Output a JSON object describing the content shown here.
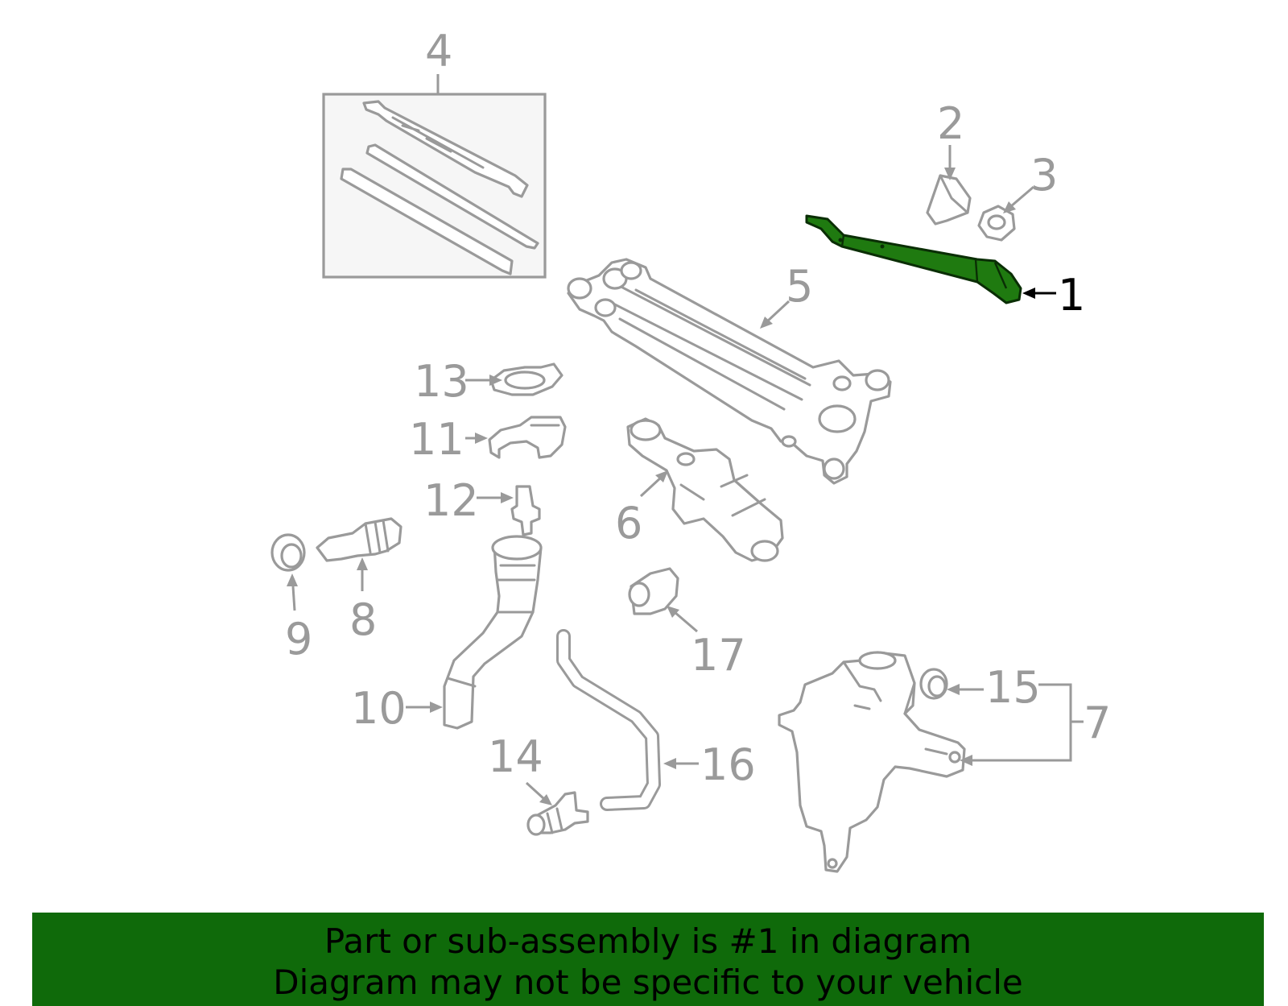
{
  "colors": {
    "highlight_part": "#1f7a10",
    "banner_background": "#0f6a0a",
    "part_stroke": "#9a9a9a",
    "highlight_callout": "#000000"
  },
  "callouts": {
    "c1": "1",
    "c2": "2",
    "c3": "3",
    "c4": "4",
    "c5": "5",
    "c6": "6",
    "c7": "7",
    "c8": "8",
    "c9": "9",
    "c10": "10",
    "c11": "11",
    "c12": "12",
    "c13": "13",
    "c14": "14",
    "c15": "15",
    "c16": "16",
    "c17": "17"
  },
  "banner": {
    "line1": "Part or sub-assembly is #1 in diagram",
    "line2": "Diagram may not be specific to your vehicle"
  }
}
